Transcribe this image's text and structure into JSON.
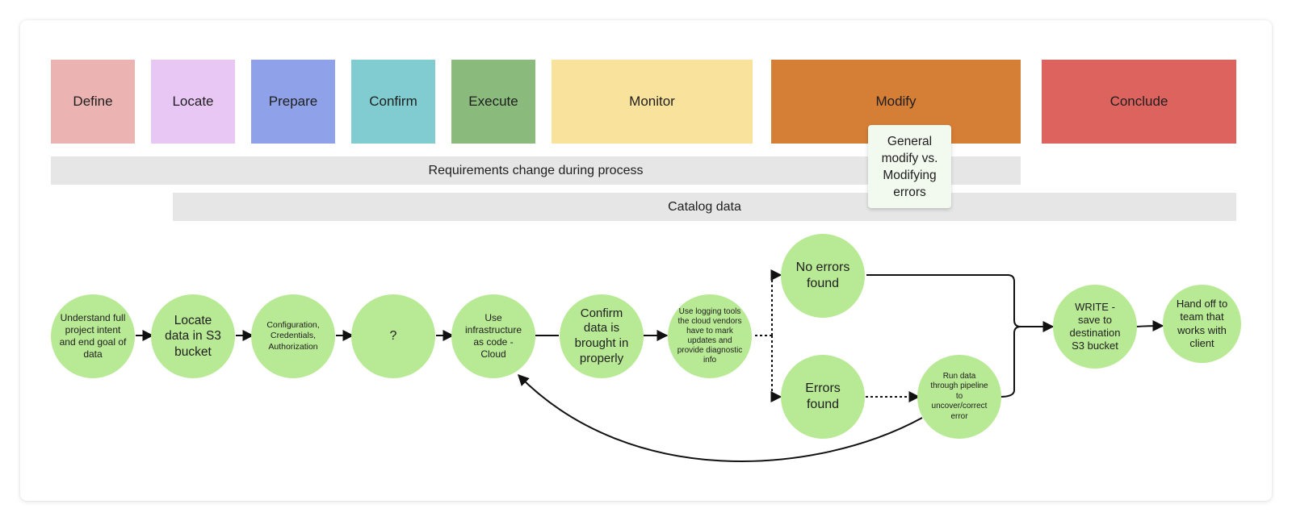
{
  "phases": [
    {
      "label": "Define",
      "color": "#ecb3b3"
    },
    {
      "label": "Locate",
      "color": "#e8c7f5"
    },
    {
      "label": "Prepare",
      "color": "#8fa1e8"
    },
    {
      "label": "Confirm",
      "color": "#80ccd0"
    },
    {
      "label": "Execute",
      "color": "#8aba7c"
    },
    {
      "label": "Monitor",
      "color": "#f9e29c"
    },
    {
      "label": "Modify",
      "color": "#d57e35"
    },
    {
      "label": "Conclude",
      "color": "#dd635f"
    }
  ],
  "bands": {
    "requirements": "Requirements change during process",
    "catalog": "Catalog data"
  },
  "sticky_note": "General modify vs. Modifying errors",
  "nodes": {
    "understand": "Understand full project intent and end goal of data",
    "locate": "Locate data in S3 bucket",
    "configure": "Configuration, Credentials, Authorization",
    "unknown": "?",
    "iac": "Use infrastructure as code - Cloud",
    "confirm": "Confirm data is brought in properly",
    "logging": "Use logging tools the cloud vendors have to mark updates and provide diagnostic info",
    "no_errors": "No errors found",
    "errors": "Errors found",
    "pipeline": "Run data through pipeline to uncover/correct error",
    "write": "WRITE - save to destination S3 bucket",
    "handoff": "Hand off to team that works with client"
  },
  "colors": {
    "node_fill": "#b8e994",
    "band_fill": "#e6e6e6",
    "sticky_fill": "#f2f9ee",
    "connector": "#111111"
  }
}
